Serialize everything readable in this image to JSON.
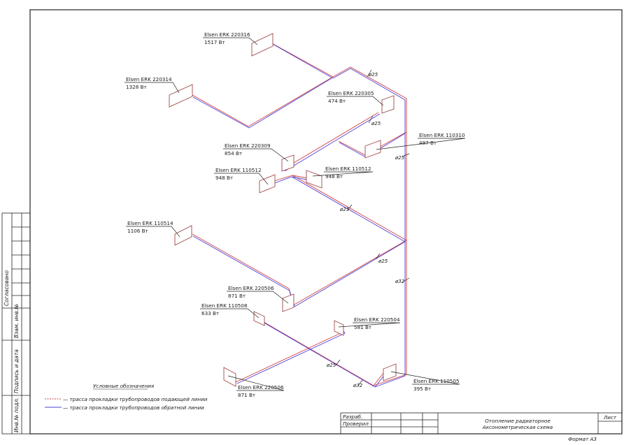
{
  "radiators": [
    {
      "id": "r220316",
      "name": "Elsen ERK 220316",
      "power": "1517 Вт"
    },
    {
      "id": "r220314",
      "name": "Elsen ERK 220314",
      "power": "1328 Вт"
    },
    {
      "id": "r220305",
      "name": "Elsen ERK 220305",
      "power": "474 Вт"
    },
    {
      "id": "r110310",
      "name": "Elsen ERK 110310",
      "power": "497 Вт"
    },
    {
      "id": "r220309",
      "name": "Elsen ERK 220309",
      "power": "854 Вт"
    },
    {
      "id": "r110512a",
      "name": "Elsen ERK 110512",
      "power": "948 Вт"
    },
    {
      "id": "r110512b",
      "name": "Elsen ERK 110512",
      "power": "948 Вт"
    },
    {
      "id": "r110514",
      "name": "Elsen ERK 110514",
      "power": "1106 Вт"
    },
    {
      "id": "r220506",
      "name": "Elsen ERK 220506",
      "power": "871 Вт"
    },
    {
      "id": "r110508",
      "name": "Elsen ERK 110508",
      "power": "633 Вт"
    },
    {
      "id": "r220504",
      "name": "Elsen ERK 220504",
      "power": "581 Вт"
    },
    {
      "id": "r220506b",
      "name": "Elsen ERK 220506",
      "power": "871 Вт"
    },
    {
      "id": "r110505",
      "name": "Elsen ERK 110505",
      "power": "395 Вт"
    }
  ],
  "diameters": [
    "ø25",
    "ø25",
    "ø25",
    "ø25",
    "ø25",
    "ø32",
    "ø25",
    "ø32"
  ],
  "legend": {
    "title": "Условные обозначения",
    "supply": "— трасса прокладки трубопроводов подающей линии",
    "return": "— трасса прокладки трубопроводов обратной линии"
  },
  "title_block": {
    "developed": "Разраб.",
    "checked": "Проверил",
    "title_line1": "Отопление радиаторное",
    "title_line2": "Аксонометрическая схема",
    "sheet": "Лист",
    "format": "Формат А3"
  },
  "side_stamp": {
    "agreed": "Согласовано",
    "inv_replace": "Взам. инв.№",
    "sign_date": "Подпись и дата",
    "inv_orig": "Инв.№ подл."
  },
  "colors": {
    "supply": "#d24040",
    "return": "#4a40d8",
    "frame": "#222222",
    "radiator": "#a04848"
  }
}
